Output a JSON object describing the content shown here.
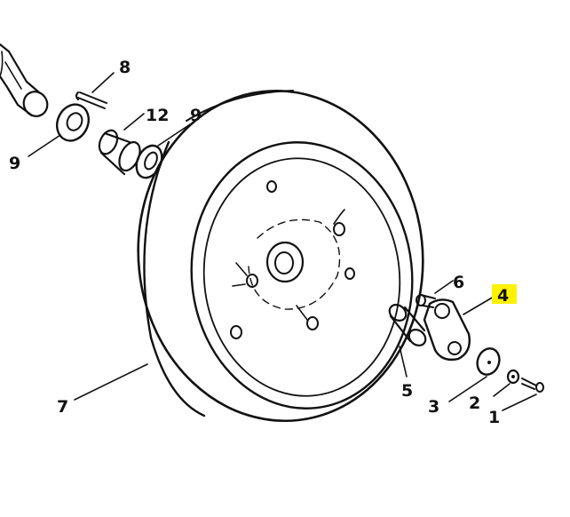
{
  "diagram": {
    "callouts": {
      "c8": "8",
      "c12": "12",
      "c9_top": "9",
      "c9_left": "9",
      "c6": "6",
      "c4": "4",
      "c5": "5",
      "c7": "7",
      "c3": "3",
      "c2": "2",
      "c1": "1"
    },
    "highlight_color": "#fff200",
    "ink_color": "#111111"
  }
}
